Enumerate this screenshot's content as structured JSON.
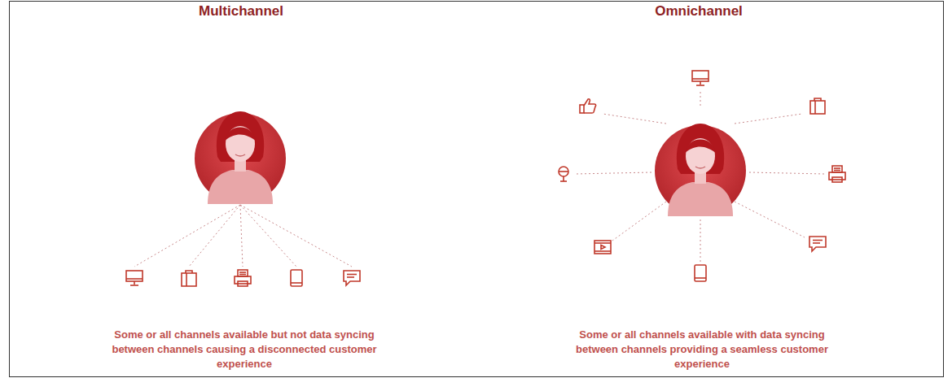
{
  "diagram": {
    "labels": [
      "Multichannel",
      "Omnichannel",
      "Some or all channels available but not data syncing between channels causing a disconnected customer experience",
      "Some or all channels available with data syncing between channels providing a seamless customer experience"
    ]
  }
}
